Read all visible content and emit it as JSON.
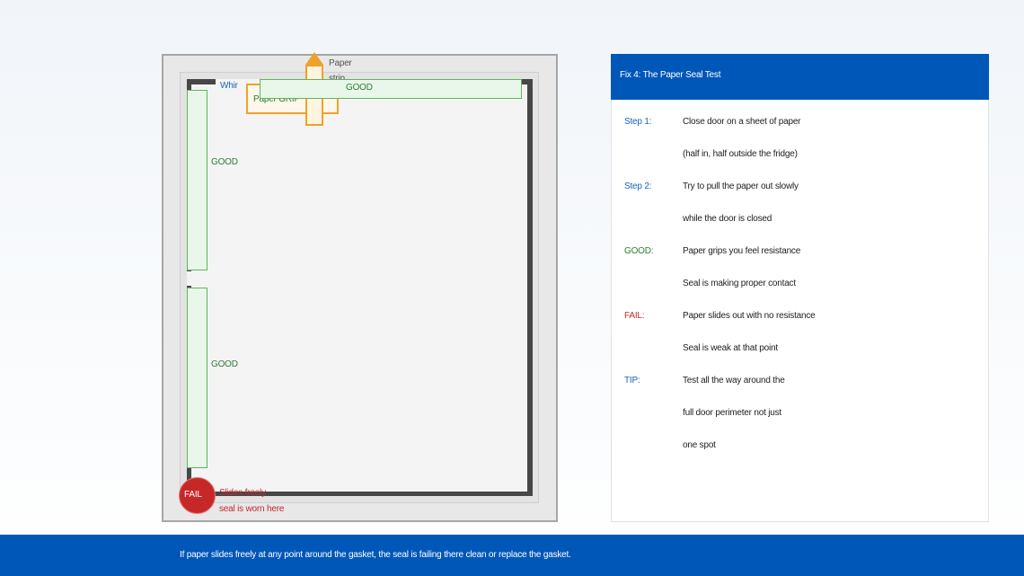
{
  "diagram": {
    "paper_label_line1": "Paper",
    "paper_label_line2": "strip",
    "whir_label": "Whir",
    "paper_grips_label": "Paper GRIP",
    "zone_top_label": "GOOD",
    "zone_left_upper_label": "GOOD",
    "zone_left_lower_label": "GOOD",
    "fail_label": "FAIL",
    "fail_note_line1": "Slides freely",
    "fail_note_line2": "seal is worn here"
  },
  "panel": {
    "title": "Fix 4: The Paper Seal Test",
    "rows": [
      {
        "key": "Step 1:",
        "lines": [
          "Close door on a sheet of paper",
          "(half in, half outside the fridge)"
        ]
      },
      {
        "key": "Step 2:",
        "lines": [
          "Try to pull the paper out slowly",
          "while the door is closed"
        ]
      },
      {
        "key": "GOOD:",
        "lines": [
          "Paper grips you feel resistance",
          "Seal is making proper contact"
        ]
      },
      {
        "key": "FAIL:",
        "lines": [
          "Paper slides out with no resistance",
          "Seal is weak at that point"
        ]
      },
      {
        "key": "TIP:",
        "lines": [
          "Test all the way around the",
          "full door perimeter not just",
          "one spot"
        ]
      }
    ]
  },
  "footer": {
    "text": "If paper slides freely at any point around the gasket, the seal is failing there clean or replace the gasket."
  },
  "colors": {
    "accent_blue": "#0057b8",
    "good_green": "#2e7d32",
    "fail_red": "#c62828",
    "paper_orange": "#f0a12a"
  }
}
